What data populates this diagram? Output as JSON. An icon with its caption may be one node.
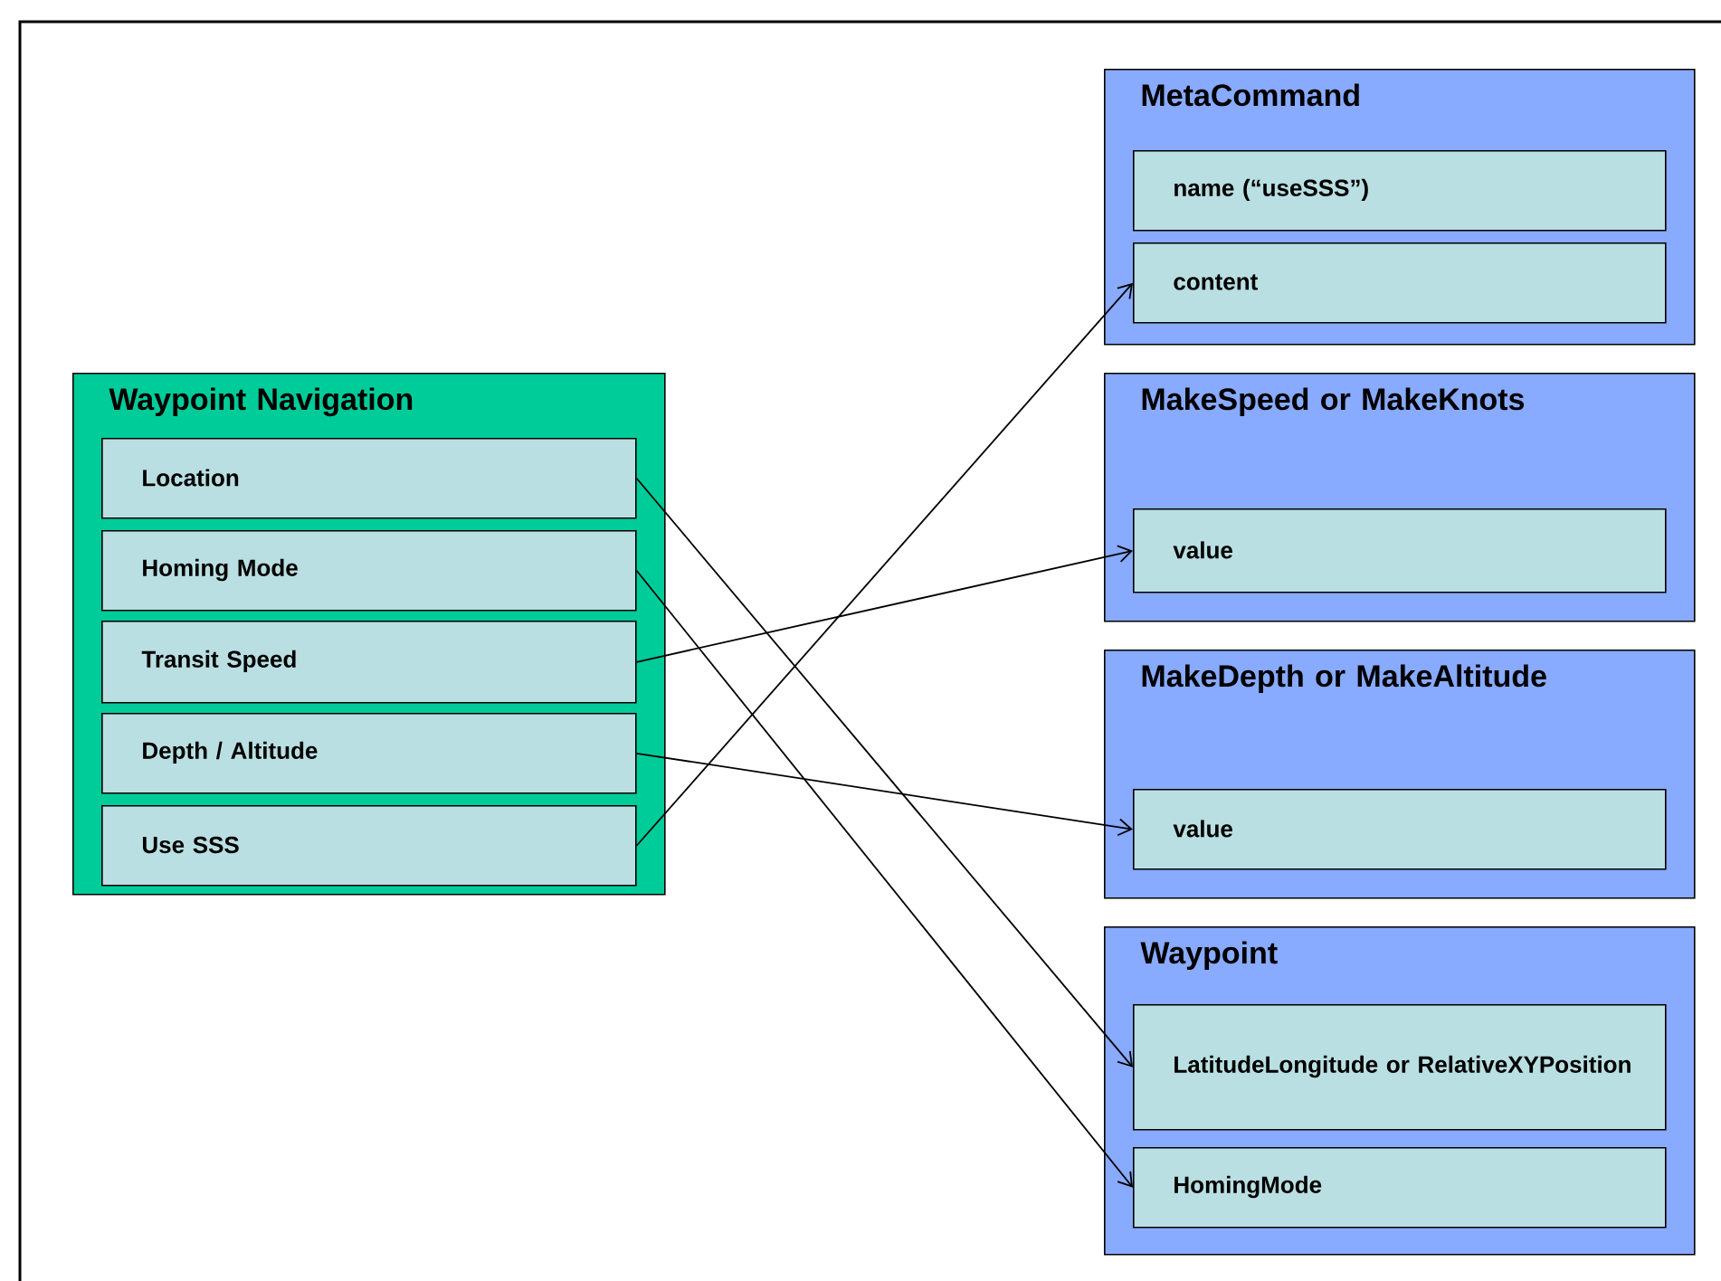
{
  "diagram": {
    "nodes": [
      {
        "text": [
          "Waypoint Navigation"
        ]
      },
      {
        "text": [
          "Location"
        ],
        "in": 0
      },
      {
        "text": [
          "Homing Mode"
        ],
        "in": 0
      },
      {
        "text": [
          "Transit Speed"
        ],
        "in": 0
      },
      {
        "text": [
          "Depth / Altitude"
        ],
        "in": 0
      },
      {
        "text": [
          "Use SSS"
        ],
        "in": 0
      },
      {
        "text": [
          "MetaCommand"
        ]
      },
      {
        "text": [
          "name (“useSSS”)"
        ],
        "in": 6
      },
      {
        "text": [
          "content"
        ],
        "in": 6
      },
      {
        "text": [
          "MakeSpeed or MakeKnots"
        ]
      },
      {
        "text": [
          "value"
        ],
        "in": 9
      },
      {
        "text": [
          "MakeDepth or MakeAltitude"
        ]
      },
      {
        "text": [
          "value"
        ],
        "in": 11
      },
      {
        "text": [
          "Waypoint"
        ]
      },
      {
        "text": [
          "LatitudeLongitude or RelativeXYPosition"
        ],
        "in": 13
      },
      {
        "text": [
          "HomingMode"
        ],
        "in": 13
      }
    ],
    "edges": [
      {
        "from": 1,
        "to": 14,
        "arrow": "to"
      },
      {
        "from": 2,
        "to": 15,
        "arrow": "to"
      },
      {
        "from": 3,
        "to": 10,
        "arrow": "to"
      },
      {
        "from": 4,
        "to": 12,
        "arrow": "to"
      },
      {
        "from": 5,
        "to": 8,
        "arrow": "to"
      }
    ]
  }
}
